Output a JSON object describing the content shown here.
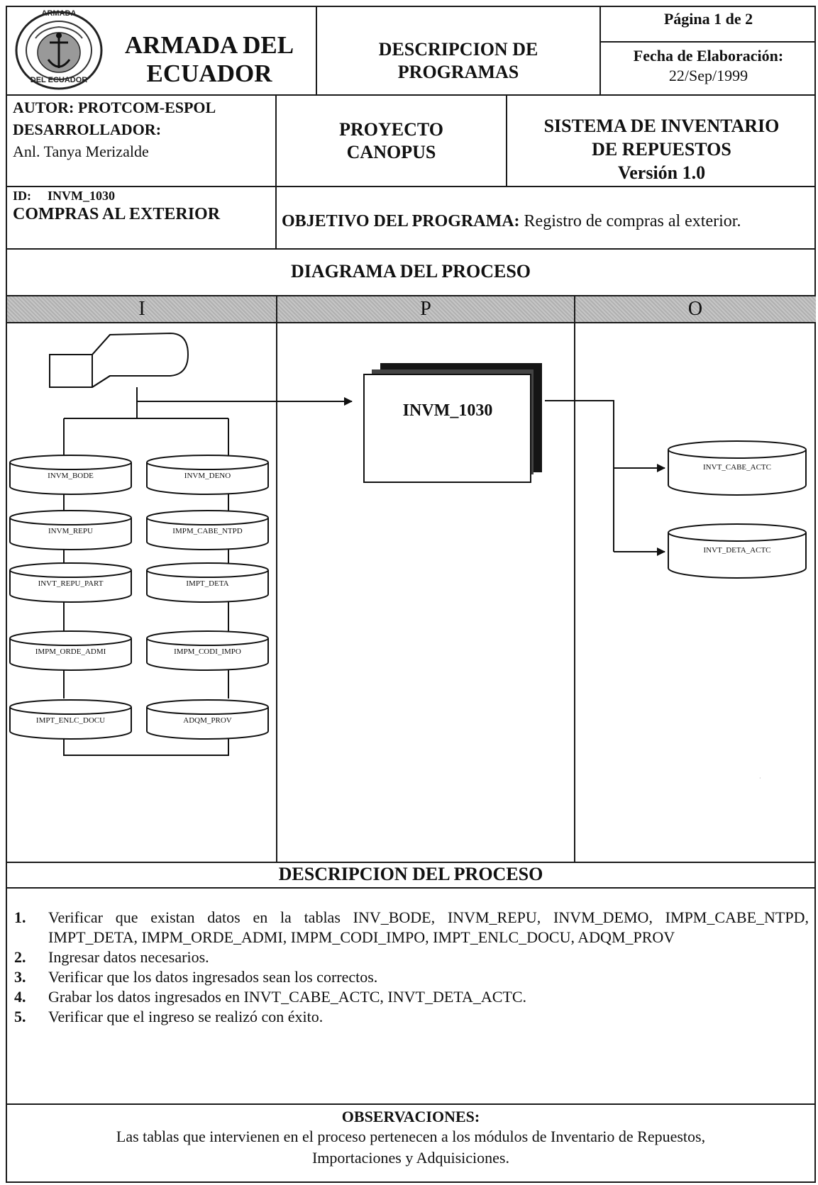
{
  "header": {
    "org_line1": "ARMADA DEL",
    "org_line2": "ECUADOR",
    "seal_text_top": "ARMADA",
    "seal_text_bottom": "DEL ECUADOR",
    "doc_type_line1": "DESCRIPCION DE",
    "doc_type_line2": "PROGRAMAS",
    "page": "Página 1 de 2",
    "date_label": "Fecha de Elaboración:",
    "date_value": "22/Sep/1999"
  },
  "author_block": {
    "author": "AUTOR: PROTCOM-ESPOL",
    "developer_label": "DESARROLLADOR:",
    "developer_name": "Anl. Tanya Merizalde"
  },
  "project": {
    "line1": "PROYECTO",
    "line2": "CANOPUS"
  },
  "system": {
    "line1": "SISTEMA DE INVENTARIO",
    "line2": "DE REPUESTOS",
    "version": "Versión 1.0"
  },
  "program": {
    "id_label": "ID:",
    "id_value": "INVM_1030",
    "name": "COMPRAS AL EXTERIOR",
    "objective_label": "OBJETIVO DEL PROGRAMA:",
    "objective_text": " Registro de compras al  exterior."
  },
  "diagram": {
    "title": "DIAGRAMA DEL PROCESO",
    "col_i": "I",
    "col_p": "P",
    "col_o": "O",
    "process_box": "INVM_1030",
    "inputs_left": [
      "INVM_BODE",
      "INVM_REPU",
      "INVT_REPU_PART",
      "IMPM_ORDE_ADMI",
      "IMPT_ENLC_DOCU"
    ],
    "inputs_right": [
      "INVM_DENO",
      "IMPM_CABE_NTPD",
      "IMPT_DETA",
      "IMPM_CODI_IMPO",
      "ADQM_PROV"
    ],
    "outputs": [
      "INVT_CABE_ACTC",
      "INVT_DETA_ACTC"
    ]
  },
  "description": {
    "title": "DESCRIPCION DEL PROCESO",
    "steps": [
      {
        "num": "1.",
        "text": "Verificar que existan datos en la tablas   INV_BODE,   INVM_REPU, INVM_DEMO, IMPM_CABE_NTPD,   IMPT_DETA,   IMPM_ORDE_ADMI,   IMPM_CODI_IMPO, IMPT_ENLC_DOCU, ADQM_PROV"
      },
      {
        "num": "2.",
        "text": "Ingresar datos necesarios."
      },
      {
        "num": "3.",
        "text": "Verificar  que los datos ingresados sean los correctos."
      },
      {
        "num": "4.",
        "text": "Grabar los datos ingresados en INVT_CABE_ACTC, INVT_DETA_ACTC."
      },
      {
        "num": "5.",
        "text": "Verificar que el ingreso se realizó con éxito."
      }
    ]
  },
  "observations": {
    "title": "OBSERVACIONES:",
    "line1": "Las tablas que intervienen en el proceso pertenecen a los módulos de  Inventario de Repuestos,",
    "line2": "Importaciones y Adquisiciones."
  }
}
